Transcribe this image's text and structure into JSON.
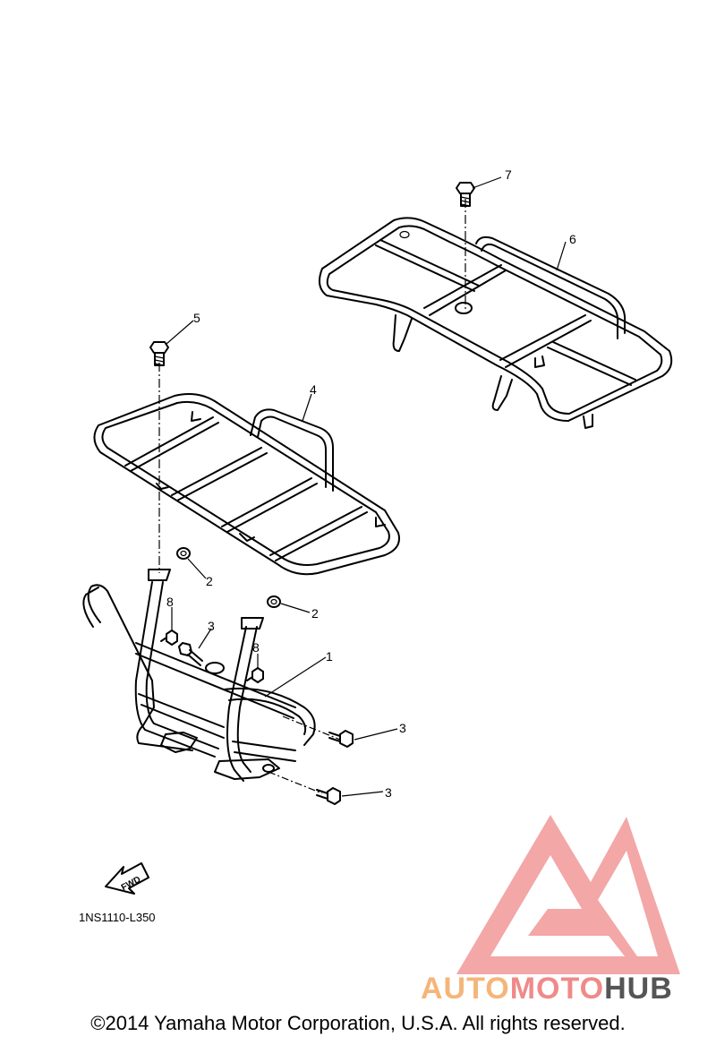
{
  "callouts": [
    "1",
    "2",
    "2",
    "3",
    "3",
    "3",
    "4",
    "5",
    "6",
    "7",
    "8",
    "8"
  ],
  "fwd_label": "FWD",
  "diagram_code": "1NS1110-L350",
  "watermark": {
    "part1": "AUTO",
    "part2": "MOTO",
    "part3": "HUB",
    "color_light": "#f5b57a",
    "color_mid": "#ef8f8f",
    "color_dark": "#555555"
  },
  "copyright": "©2014 Yamaha Motor Corporation, U.S.A. All rights reserved."
}
